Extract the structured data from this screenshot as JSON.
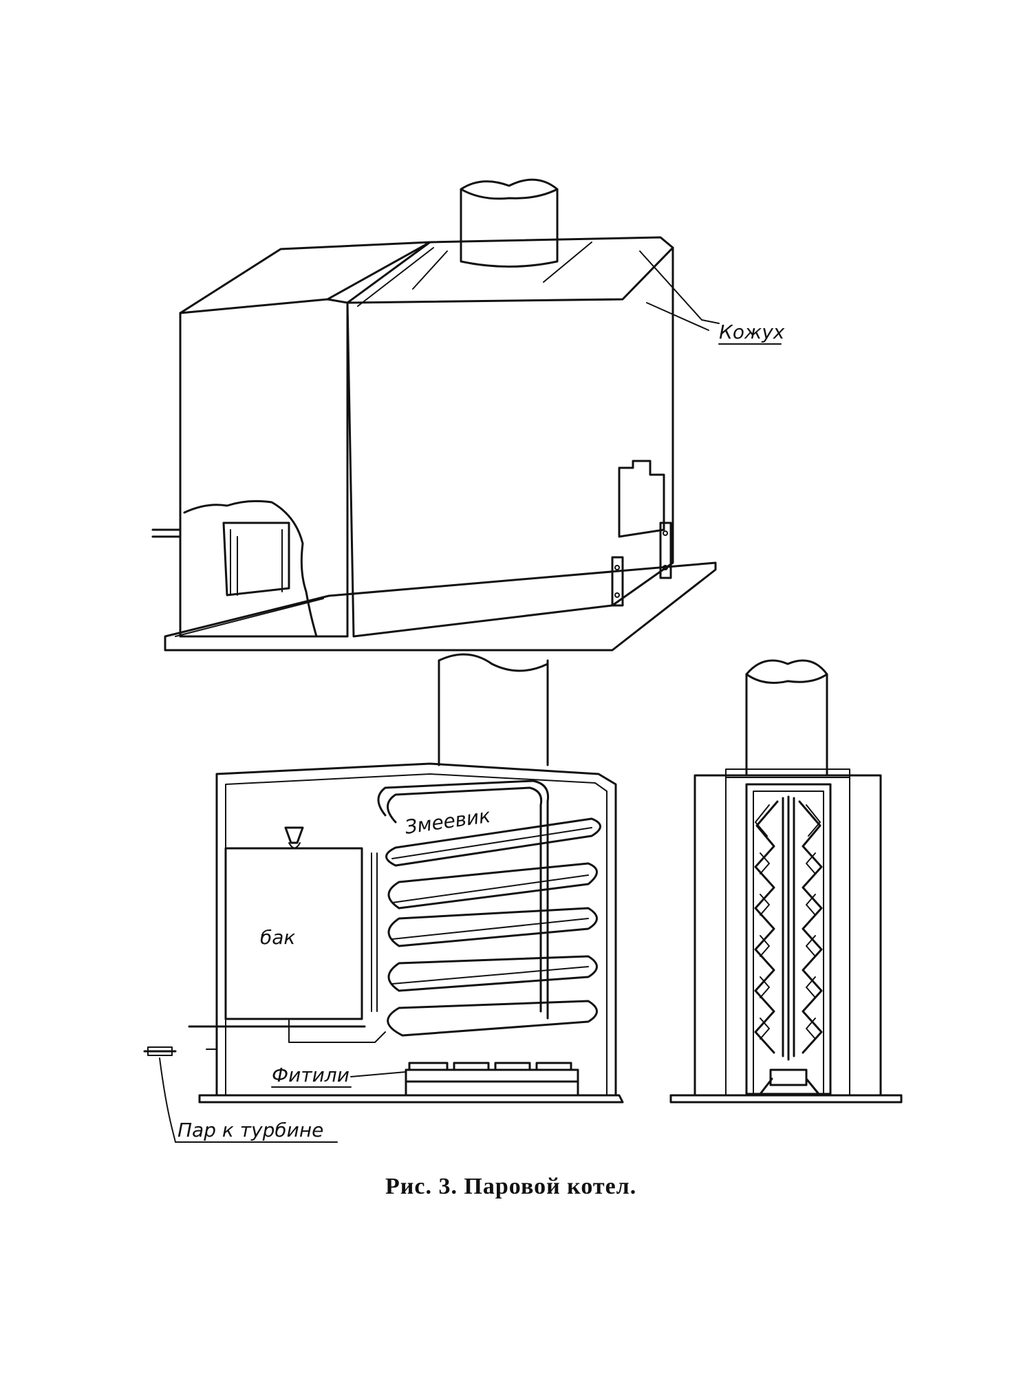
{
  "labels": {
    "casing": "Кожух",
    "coil": "Змеевик",
    "tank": "бак",
    "wicks": "Фитили",
    "steam_to_turbine": "Пар к турбине"
  },
  "caption": "Рис. 3. Паровой котел."
}
